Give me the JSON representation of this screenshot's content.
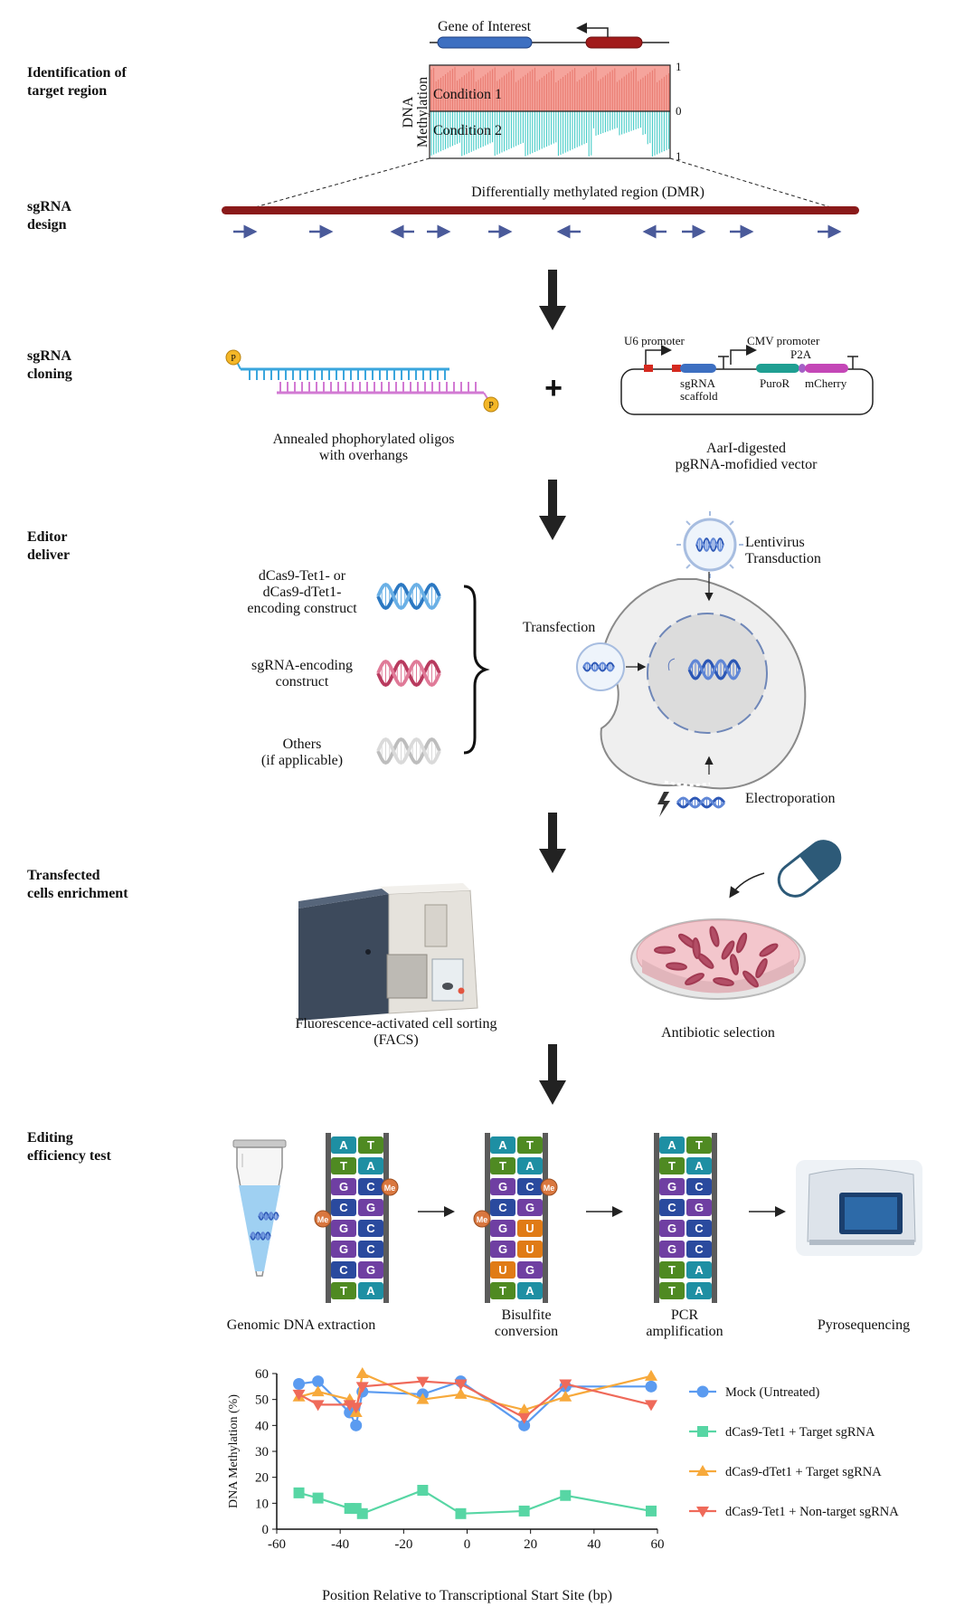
{
  "steps": [
    [
      "Identification of",
      "target region"
    ],
    [
      "sgRNA",
      "design"
    ],
    [
      "sgRNA",
      "cloning"
    ],
    [
      "Editor",
      "deliver"
    ],
    [
      "Transfected",
      "cells enrichment"
    ],
    [
      "Editing",
      "efficiency test"
    ]
  ],
  "target": {
    "gene_label": "Gene of Interest",
    "y_axis": [
      "DNA",
      "Methylation"
    ],
    "ticks": [
      "1",
      "0",
      "1"
    ],
    "condition1": "Condition 1",
    "condition2": "Condition 2",
    "dmr": "Differentially methylated region (DMR)",
    "sgrna_directions": [
      "right",
      "right",
      "left",
      "right",
      "right",
      "left",
      "left",
      "right",
      "right",
      "right"
    ]
  },
  "cloning": {
    "oligo_caption": [
      "Annealed phophorylated oligos",
      "with overhangs"
    ],
    "phosphate": "P",
    "plus": "+",
    "u6": "U6 promoter",
    "cmv": "CMV promoter",
    "p2a": "P2A",
    "scaffold": [
      "sgRNA",
      "scaffold"
    ],
    "puror": "PuroR",
    "mcherry": "mCherry",
    "vector_caption": [
      "AarI-digested",
      "pgRNA-mofidied vector"
    ]
  },
  "delivery": {
    "construct1": [
      "dCas9-Tet1- or",
      "dCas9-dTet1-",
      "encoding construct"
    ],
    "construct2": [
      "sgRNA-encoding",
      "construct"
    ],
    "construct3": [
      "Others",
      "(if applicable)"
    ],
    "transfection": "Transfection",
    "lentivirus": [
      "Lentivirus",
      "Transduction"
    ],
    "electroporation": "Electroporation"
  },
  "enrichment": {
    "facs": [
      "Fluorescence-activated cell sorting",
      "(FACS)"
    ],
    "antibiotic": "Antibiotic selection"
  },
  "efficiency": {
    "dna_extraction": "Genomic DNA extraction",
    "bisulfite": [
      "Bisulfite",
      "conversion"
    ],
    "pcr": [
      "PCR",
      "amplification"
    ],
    "pyro": "Pyrosequencing",
    "me": "Me",
    "ladder1": [
      [
        "A",
        "T"
      ],
      [
        "T",
        "A"
      ],
      [
        "G",
        "C"
      ],
      [
        "C",
        "G"
      ],
      [
        "G",
        "C"
      ],
      [
        "G",
        "C"
      ],
      [
        "C",
        "G"
      ],
      [
        "T",
        "A"
      ]
    ],
    "ladder2_left": [
      "A",
      "T",
      "G",
      "C",
      "G",
      "G",
      "U",
      "T"
    ],
    "ladder2_right": [
      "T",
      "A",
      "C",
      "G",
      "U",
      "U",
      "G",
      "A"
    ],
    "ladder3": [
      [
        "A",
        "T"
      ],
      [
        "T",
        "A"
      ],
      [
        "G",
        "C"
      ],
      [
        "C",
        "G"
      ],
      [
        "G",
        "C"
      ],
      [
        "G",
        "C"
      ],
      [
        "T",
        "A"
      ],
      [
        "T",
        "A"
      ]
    ]
  },
  "chart_data": {
    "type": "line",
    "xlabel": "Position Relative to Transcriptional Start Site (bp)",
    "ylabel": "DNA Methylation (%)",
    "xlim": [
      -60,
      60
    ],
    "ylim": [
      0,
      60
    ],
    "xticks": [
      "-60",
      "-40",
      "-20",
      "0",
      "20",
      "40",
      "60"
    ],
    "yticks": [
      "0",
      "10",
      "20",
      "30",
      "40",
      "50",
      "60"
    ],
    "series": [
      {
        "name": "Mock (Untreated)",
        "color": "#5b9bf0",
        "marker": "circle",
        "x": [
          -53,
          -47,
          -37,
          -35,
          -33,
          -14,
          -2,
          18,
          31,
          58
        ],
        "y": [
          56,
          57,
          45,
          40,
          53,
          52,
          57,
          40,
          55,
          55
        ]
      },
      {
        "name": "dCas9-Tet1 + Target sgRNA",
        "color": "#57d6a4",
        "marker": "square",
        "x": [
          -53,
          -47,
          -37,
          -35,
          -33,
          -14,
          -2,
          18,
          31,
          58
        ],
        "y": [
          14,
          12,
          8,
          8,
          6,
          15,
          6,
          7,
          13,
          7
        ]
      },
      {
        "name": "dCas9-dTet1 + Target sgRNA",
        "color": "#f7a93b",
        "marker": "triangle-up",
        "x": [
          -53,
          -47,
          -37,
          -35,
          -33,
          -14,
          -2,
          18,
          31,
          58
        ],
        "y": [
          51,
          53,
          50,
          45,
          60,
          50,
          52,
          46,
          51,
          59
        ]
      },
      {
        "name": "dCas9-Tet1 + Non-target sgRNA",
        "color": "#ef6a5a",
        "marker": "triangle-down",
        "x": [
          -53,
          -47,
          -37,
          -35,
          -33,
          -14,
          -2,
          18,
          31,
          58
        ],
        "y": [
          52,
          48,
          48,
          47,
          55,
          57,
          56,
          43,
          56,
          48
        ]
      }
    ]
  }
}
